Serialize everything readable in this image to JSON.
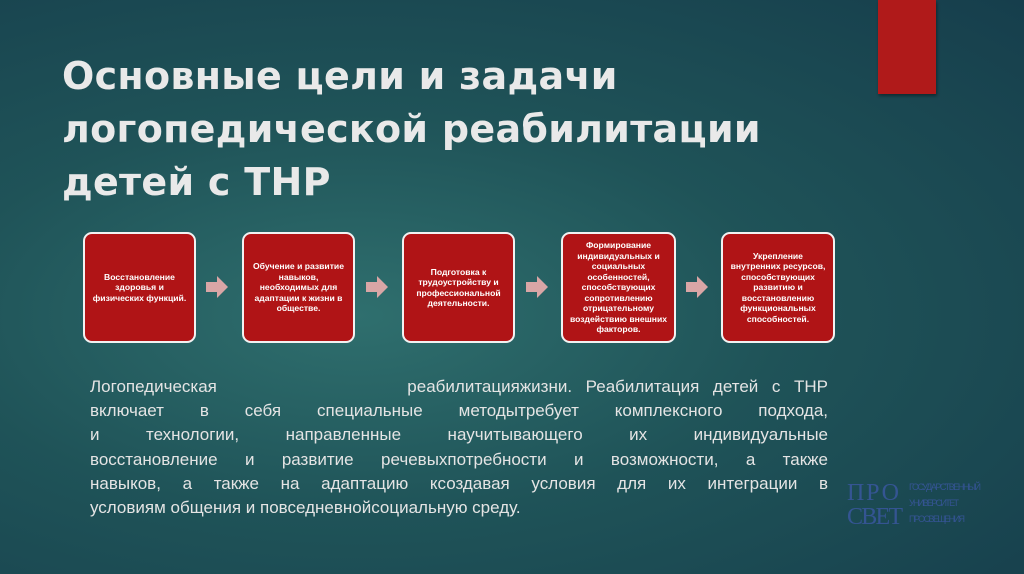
{
  "title_lines": [
    "Основные цели и задачи",
    "логопедической реабилитации",
    "детей с ТНР"
  ],
  "steps": [
    "Восстановление здоровья и физических функций.",
    "Обучение и развитие навыков, необходимых для адаптации к жизни в обществе.",
    "Подготовка к трудоустройству и профессиональной деятельности.",
    "Формирование индивидуальных и социальных особенностей, способствующих сопротивлению отрицательному воздействию внешних факторов.",
    "Укрепление внутренних ресурсов, способствующих развитию и восстановлению функциональных способностей."
  ],
  "body_lines": [
    "Логопедическая              реабилитацияжизни. Реабилитация детей с ТНР",
    "включает в себя специальные методытребует комплексного подхода,",
    "и технологии, направленные научитывающего их индивидуальные",
    "восстановление и развитие речевыхпотребности и возможности, а также",
    "навыков, а также на адаптацию ксоздавая условия для их интеграции в",
    "условиям общения и повседневнойсоциальную среду."
  ],
  "logo": {
    "mark_top": "ПРО",
    "mark_bottom": "СВЕТ",
    "caption": [
      "государственный",
      "университет",
      "просвещения"
    ]
  },
  "colors": {
    "accent": "#b01a1a",
    "box": "#b01416",
    "arrow": "#d9a6a6"
  }
}
